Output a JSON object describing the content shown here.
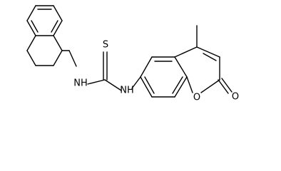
{
  "molecule": {
    "atom_labels": {
      "nh_left": "NH",
      "sulfur": "S",
      "nh_right": "NH",
      "ring_oxygen": "O",
      "carbonyl_oxygen": "O"
    }
  },
  "colors": {
    "bond": "#000000",
    "label": "#000000",
    "background": "#ffffff"
  }
}
